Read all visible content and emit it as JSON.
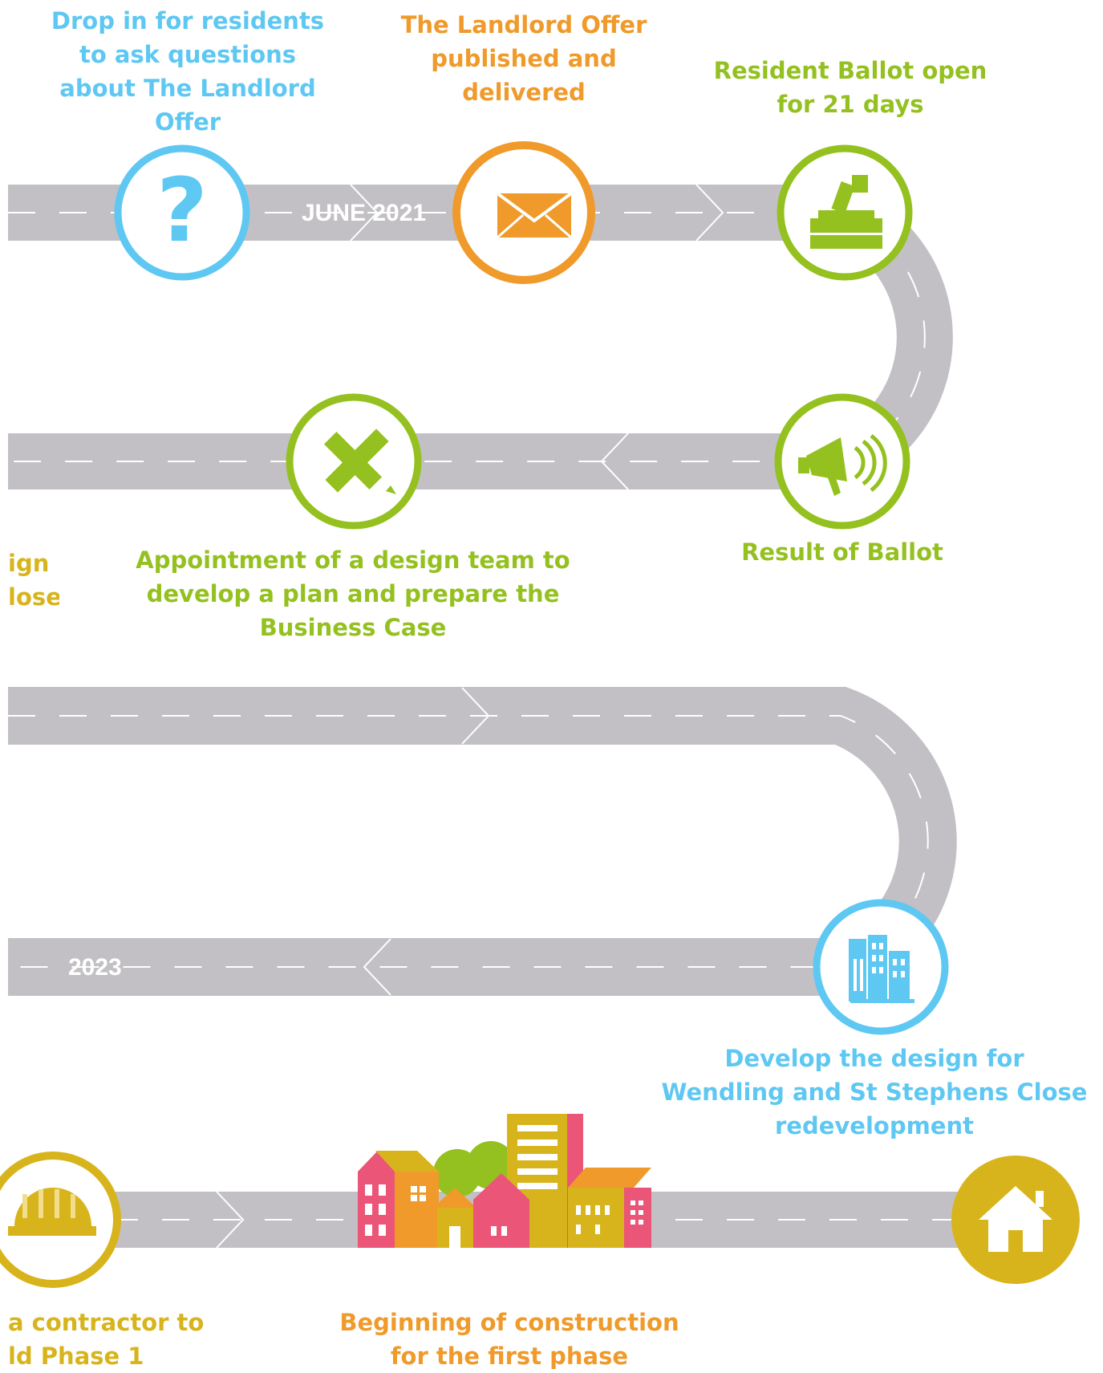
{
  "colors": {
    "road": "#c2c0c4",
    "dash": "#ffffff",
    "blue": "#5ec8f2",
    "orange": "#ef9a2a",
    "green": "#94c11f",
    "gold": "#d8b41c"
  },
  "dates": {
    "june_2021": "JUNE 2021",
    "year_2023": "2023"
  },
  "milestones": {
    "drop_in": {
      "label": "Drop in for residents\nto ask questions\nabout The Landlord\nOffer",
      "icon": "question-icon"
    },
    "landlord_offer": {
      "label": "The Landlord Offer\npublished and\ndelivered",
      "icon": "envelope-icon"
    },
    "ballot_open": {
      "label": "Resident Ballot open\nfor 21 days",
      "icon": "ballot-box-icon"
    },
    "ballot_result": {
      "label": "Result of Ballot",
      "icon": "megaphone-icon"
    },
    "design_team": {
      "label": "Appointment of a design team to\ndevelop a plan and prepare the\nBusiness Case",
      "icon": "pencil-ruler-icon"
    },
    "partial_design": {
      "label": "ign\nlose"
    },
    "develop_design": {
      "label": "Develop the design for\nWendling and St Stephens Close\nredevelopment",
      "icon": "blueprint-buildings-icon"
    },
    "contractor": {
      "label": "a contractor to\nld Phase 1",
      "icon": "hard-hat-icon"
    },
    "construction": {
      "label": "Beginning of construction\nfor the first phase",
      "icon": "city-buildings-icon"
    },
    "home": {
      "icon": "house-icon"
    }
  }
}
